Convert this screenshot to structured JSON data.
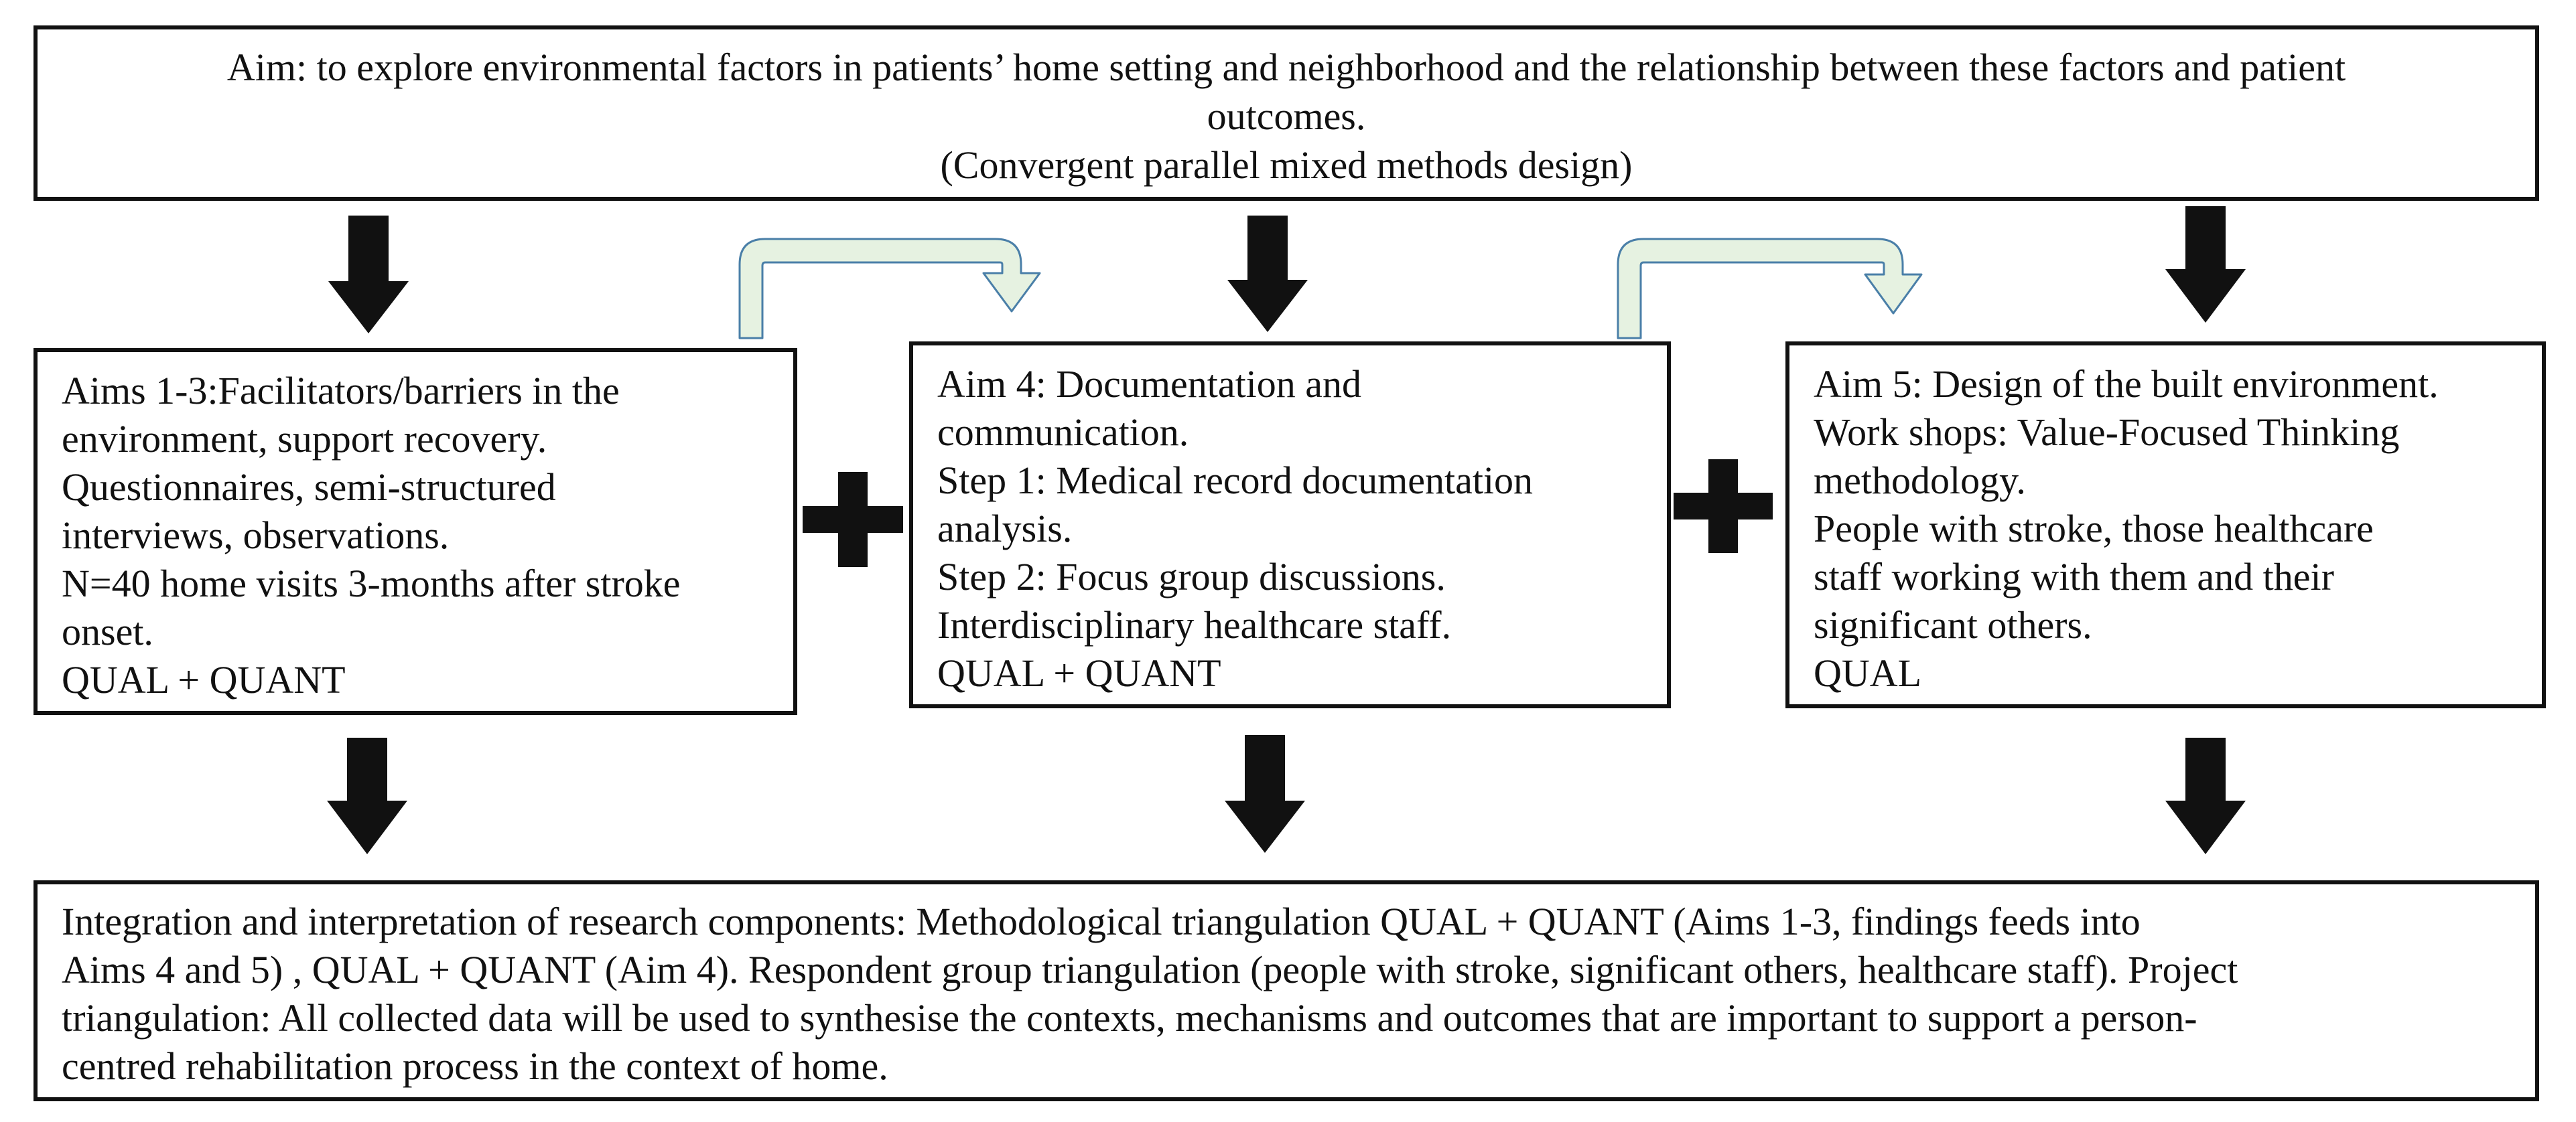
{
  "aim": {
    "lines": [
      "Aim: to explore environmental factors in patients’ home setting and neighborhood and the relationship between these factors and patient",
      "outcomes.",
      "(Convergent parallel mixed methods design)"
    ]
  },
  "aims_1_3": {
    "lines": [
      "Aims 1-3:Facilitators/barriers in the",
      "environment, support recovery.",
      "Questionnaires, semi-structured",
      "interviews, observations.",
      "N=40 home visits 3-months after stroke",
      "onset.",
      "QUAL + QUANT"
    ]
  },
  "aim_4": {
    "lines": [
      "Aim 4: Documentation and",
      "communication.",
      "Step 1: Medical record documentation",
      "analysis.",
      " Step 2: Focus group discussions.",
      "Interdisciplinary healthcare staff.",
      "QUAL + QUANT"
    ]
  },
  "aim_5": {
    "lines": [
      "Aim 5: Design of the built environment.",
      "Work shops: Value-Focused Thinking",
      "methodology.",
      "People with stroke, those healthcare",
      "staff working with them and their",
      "significant others.",
      "QUAL"
    ]
  },
  "integration": {
    "lines": [
      "Integration and interpretation of research components: Methodological triangulation QUAL + QUANT (Aims 1-3, findings feeds into",
      "Aims 4 and 5) , QUAL + QUANT (Aim 4). Respondent group triangulation (people with stroke, significant others, healthcare staff). Project",
      "triangulation: All collected data will be used to synthesise the contexts, mechanisms and outcomes that are important to support a person-",
      "centred rehabilitation process in the context of home."
    ]
  },
  "colors": {
    "border": "#111111",
    "arrow": "#111111",
    "curved_arrow_fill": "#e6f2e1",
    "curved_arrow_stroke": "#4a7fa8"
  }
}
